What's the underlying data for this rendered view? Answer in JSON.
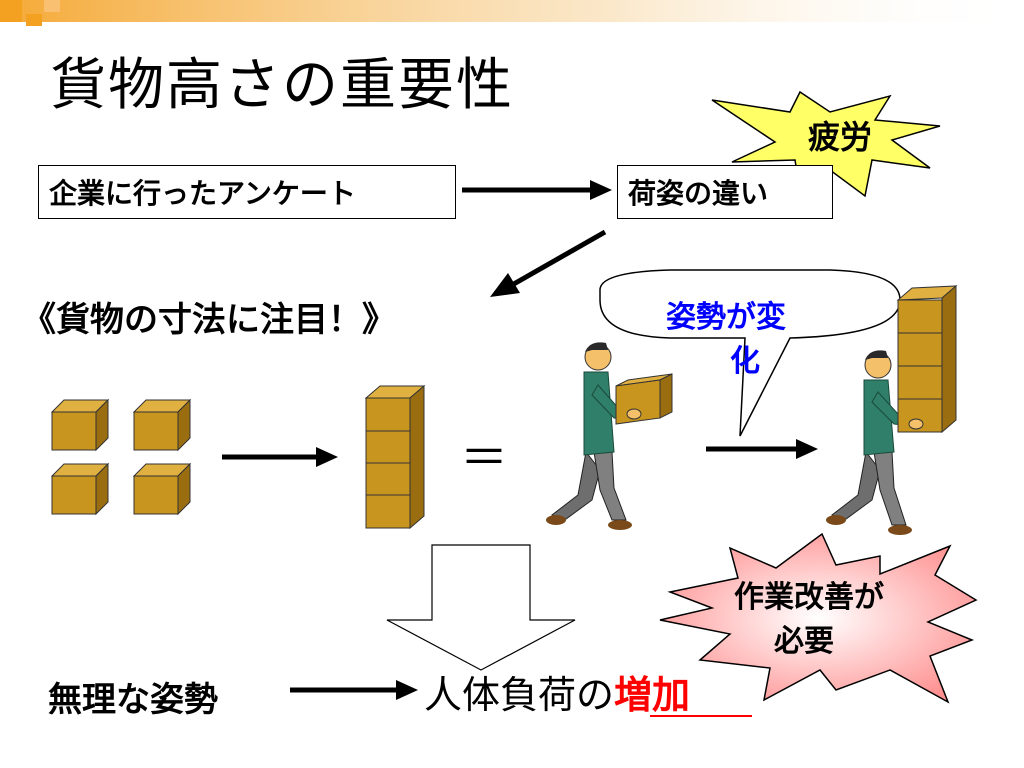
{
  "slide": {
    "title": "貨物高さの重要性",
    "survey_box": "企業に行ったアンケート",
    "packaging_box": "荷姿の違い",
    "fatigue_burst": "疲労",
    "focus_text": "《貨物の寸法に注目！》",
    "equals_sign": "＝",
    "posture_bubble_line1": "姿勢が変",
    "posture_bubble_line2": "化",
    "improvement_burst_line1": "作業改善が",
    "improvement_burst_line2": "必要",
    "unreasonable_posture": "無理な姿勢",
    "body_load_prefix": "人体負荷の",
    "body_load_increase": "増加"
  },
  "colors": {
    "box_fill": "#C8961E",
    "box_top": "#E0B040",
    "box_side": "#9A6E10",
    "bubble_text": "#0000FF",
    "increase_text": "#FF0000",
    "burst_fill": "#FFFF66",
    "improve_burst_fill": "#FFCCCC",
    "band_orange": "#F4A020"
  }
}
